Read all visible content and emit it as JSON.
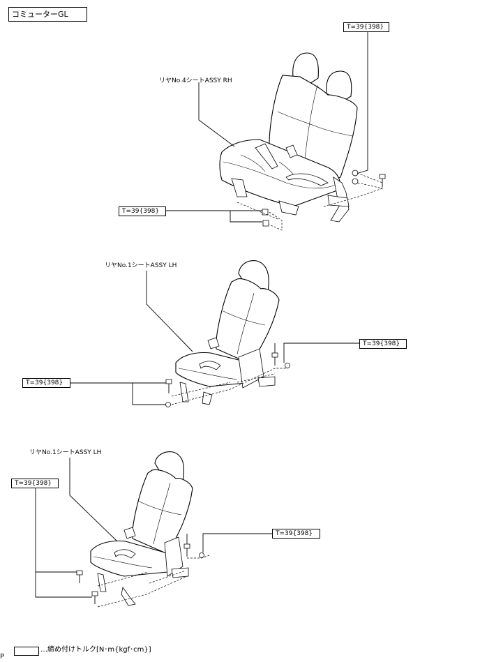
{
  "title": "コミューターGL",
  "seats": [
    {
      "name": "リヤNo.4シートASSY RH",
      "torque_labels": [
        "T=39{398}",
        "T=39{398}"
      ]
    },
    {
      "name": "リヤNo.1シートASSY LH",
      "torque_labels": [
        "T=39{398}",
        "T=39{398}"
      ]
    },
    {
      "name": "リヤNo.1シートASSY LH",
      "torque_labels": [
        "T=39{398}",
        "T=39{398}"
      ]
    }
  ],
  "legend": {
    "text": "…締め付けトルク[N･m{kgf･cm}]"
  },
  "footer": {
    "mark": "P"
  }
}
